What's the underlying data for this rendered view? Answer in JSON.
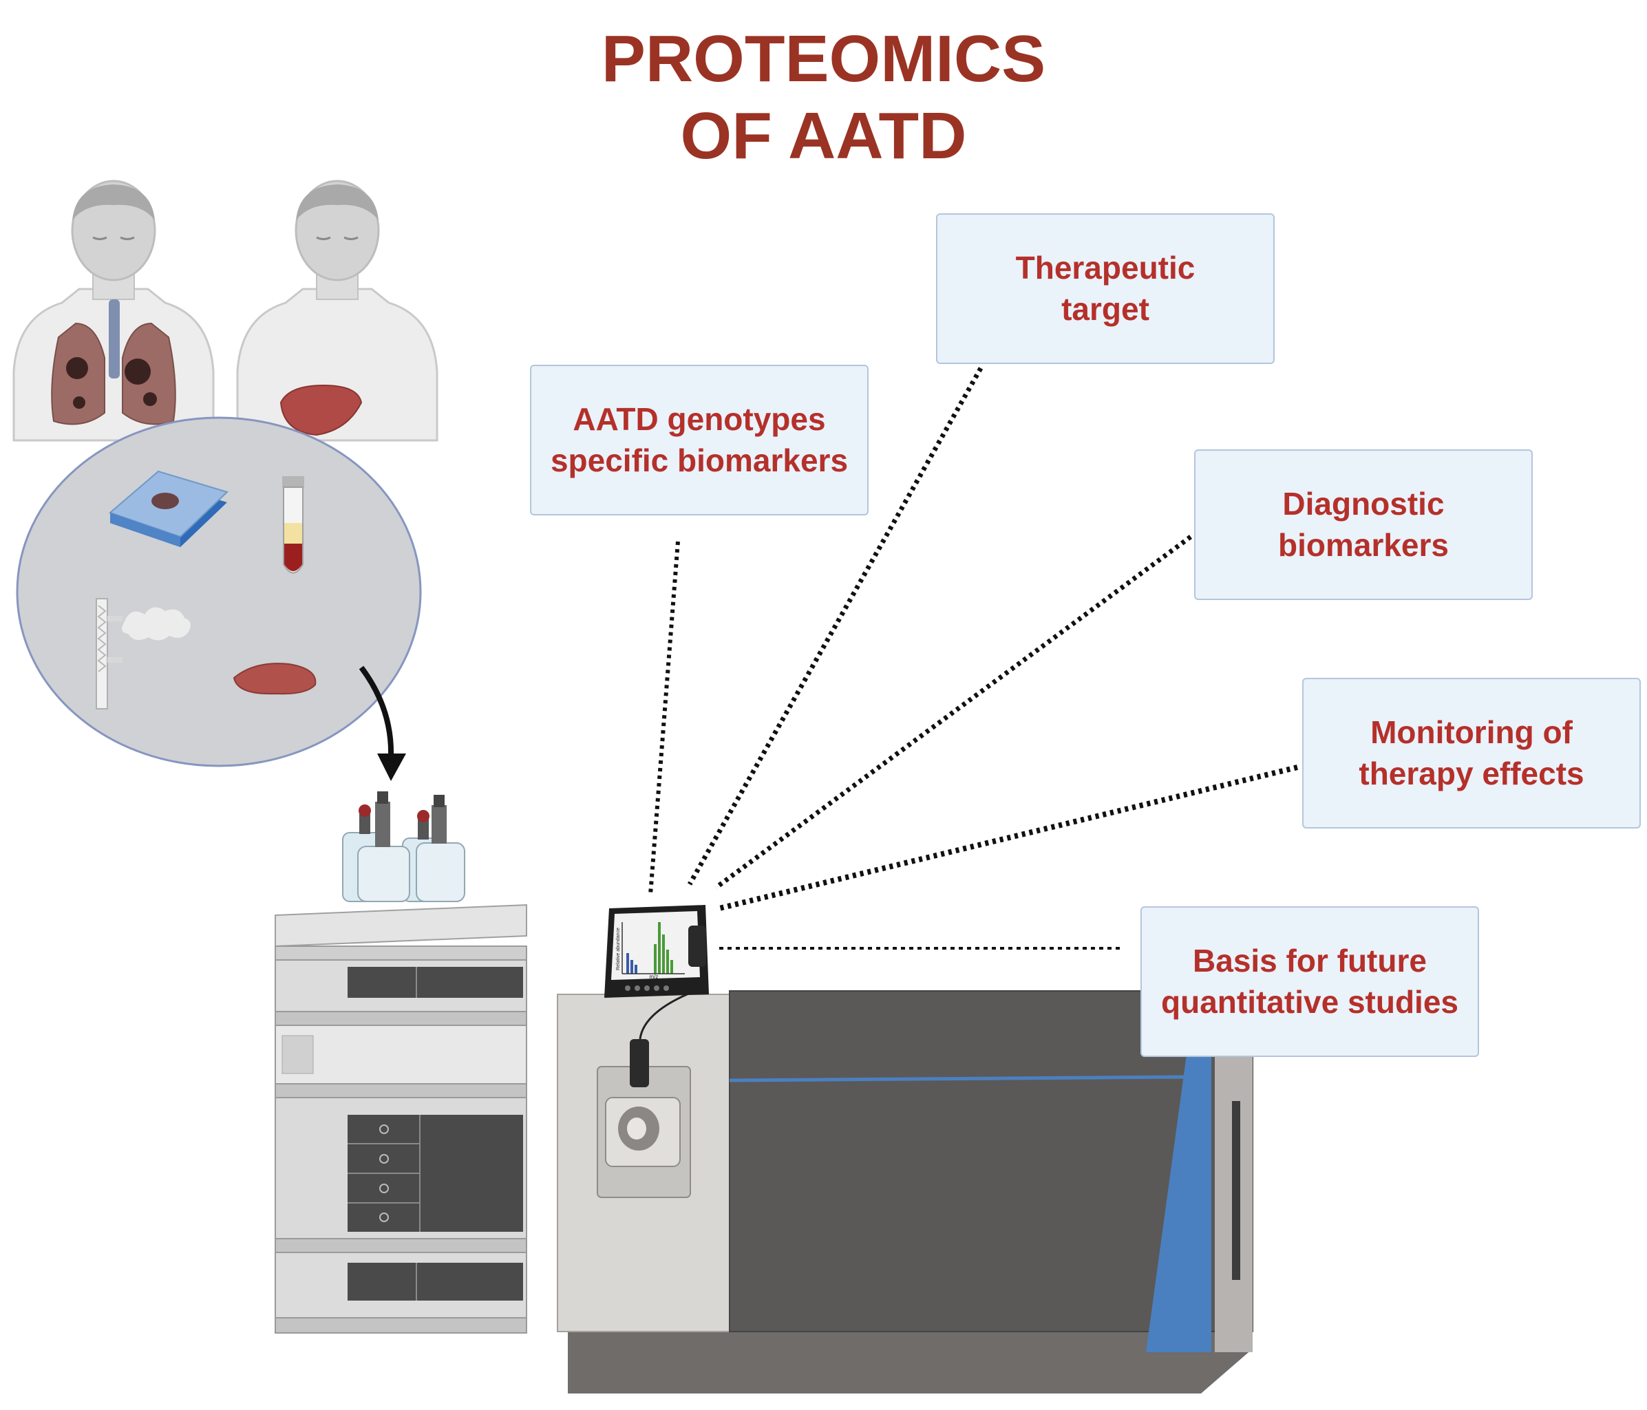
{
  "title": {
    "line1": "PROTEOMICS",
    "line2": "OF AATD"
  },
  "colors": {
    "title": "#9a3324",
    "label": "#b5302a",
    "box_fill": "#eaf2fa",
    "box_border": "#b4c6dc",
    "accent_blue": "#4a80c0"
  },
  "labels": {
    "genotypes": "AATD genotypes\nspecific biomarkers",
    "therapeutic": "Therapeutic\ntarget",
    "diagnostic": "Diagnostic\nbiomarkers",
    "monitoring": "Monitoring of\ntherapy effects",
    "basis": "Basis for future\nquantitative studies"
  },
  "screen": {
    "ylabel": "Relative abundance",
    "xlabel": "m/z"
  },
  "icons": [
    "patient-lungs-icon",
    "patient-liver-icon",
    "slide-tissue-icon",
    "blood-tube-icon",
    "breath-condenser-icon",
    "tissue-sample-icon",
    "arrow-down-icon",
    "lc-stack-icon",
    "mass-spectrometer-icon",
    "spectrum-screen-icon"
  ]
}
